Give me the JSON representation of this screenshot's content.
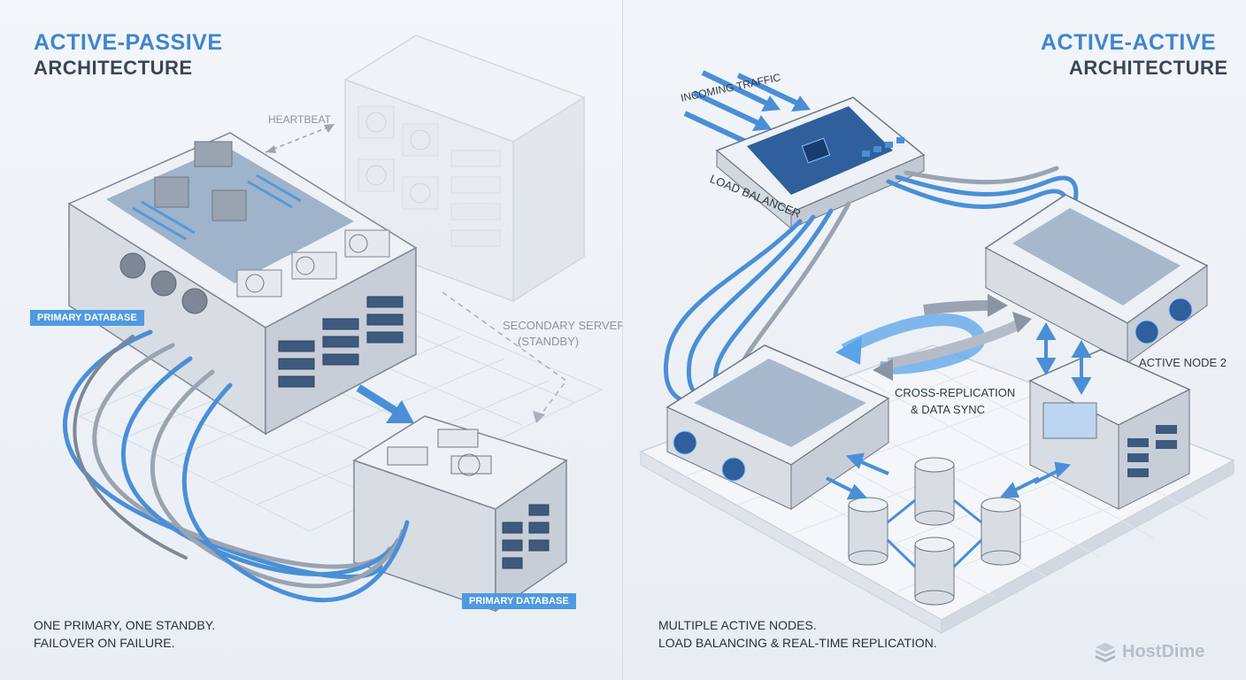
{
  "left": {
    "title_main": "ACTIVE-PASSIVE",
    "title_sub": "ARCHITECTURE",
    "heartbeat_label": "HEARTBEAT",
    "secondary_label_line1": "SECONDARY SERVER",
    "secondary_label_line2": "(STANDBY)",
    "primary_tag": "PRIMARY DATABASE",
    "primary_db_tag": "PRIMARY DATABASE",
    "caption_line1": "ONE PRIMARY, ONE STANDBY.",
    "caption_line2": "FAILOVER ON FAILURE."
  },
  "right": {
    "title_main": "ACTIVE-ACTIVE",
    "title_sub": "ARCHITECTURE",
    "incoming_label": "INCOMING TRAFFIC",
    "load_balancer_label": "LOAD BALANCER",
    "active_node2_label": "ACTIVE NODE 2",
    "replication_line1": "CROSS-REPLICATION",
    "replication_line2": "& DATA SYNC",
    "caption_line1": "MULTIPLE ACTIVE NODES.",
    "caption_line2": "LOAD BALANCING & REAL-TIME REPLICATION."
  },
  "brand": {
    "logo_text": "HostDime",
    "logo_icon": "cube-stack-icon"
  },
  "colors": {
    "accent": "#3f85cf",
    "accent_light": "#4f9ae0",
    "cable_blue": "#4a8fd6",
    "cable_gray": "#9aa4b1",
    "server_body": "#d9dee5"
  }
}
